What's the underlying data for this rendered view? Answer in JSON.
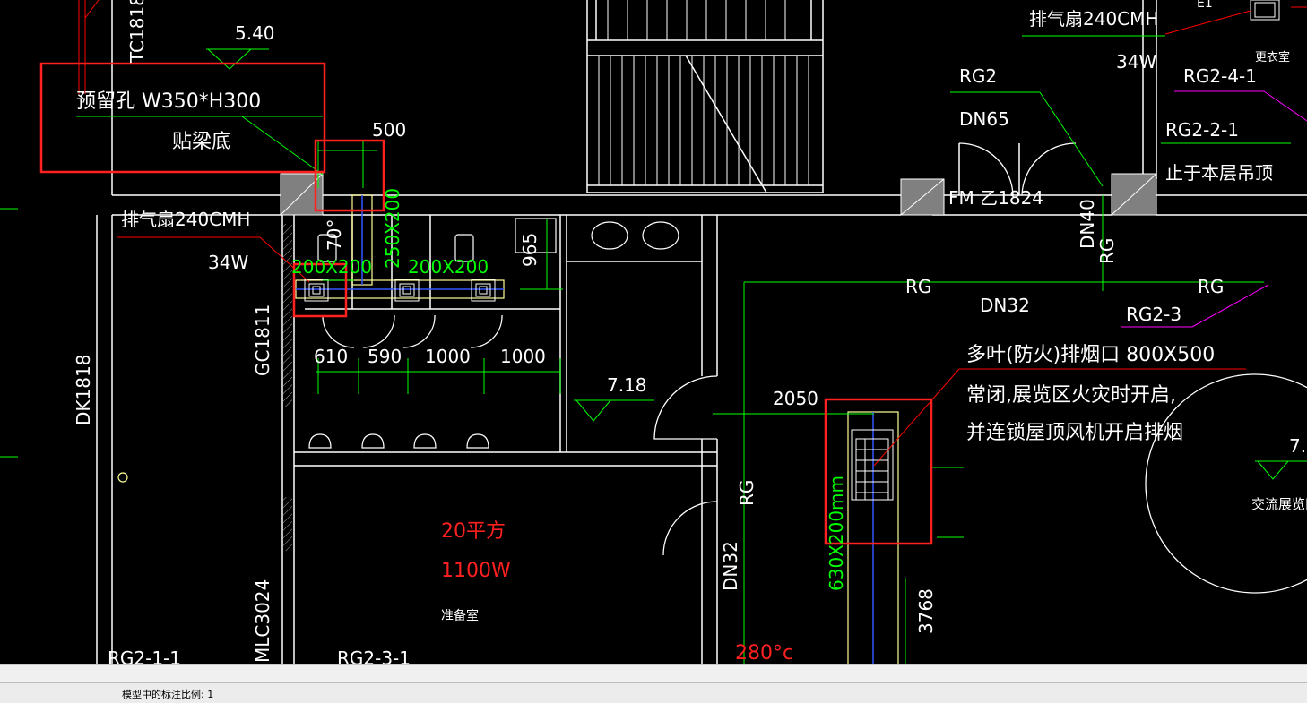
{
  "drawing": {
    "colors": {
      "background": "#000000",
      "wall": "#ffffff",
      "dimension": "#00ff00",
      "callout": "#ff0000",
      "highlight": "#ff0000",
      "duct": "#ffff99",
      "magenta": "#ff00ff",
      "pipe": "#00ff00"
    },
    "labels": {
      "elev_540": "5.40",
      "tc1818": "TC1818",
      "reserved_hole": "预留孔 W350*H300",
      "beam_bottom": "贴梁底",
      "dim_500": "500",
      "fan_left": "排气扇240CMH",
      "fan_left_power": "34W",
      "duct_250": "250X200",
      "duct_200a": "200X200",
      "duct_200b": "200X200",
      "dim_965": "965",
      "dim_610": "610",
      "dim_590": "590",
      "dim_1000a": "1000",
      "dim_1000b": "1000",
      "angle_70": "70°",
      "gc1811": "GC1811",
      "dk1818": "DK1818",
      "mlc3024": "MLC3024",
      "elev_718": "7.18",
      "area": "20平方",
      "power": "1100W",
      "room_prep": "准备室",
      "rg_pipe_a": "RG",
      "rg_pipe_b": "RG",
      "rg_vertical": "RG",
      "dn32": "DN32",
      "dn32_vertical": "DN32",
      "rg2_3": "RG2-3",
      "rg2": "RG2",
      "dn65": "DN65",
      "dn40": "DN40",
      "rg_small": "RG",
      "fm_door": "FM 乙1824",
      "fan_top": "排气扇240CMH",
      "fan_top_power": "34W",
      "rg2_4_1": "RG2-4-1",
      "rg2_2_1": "RG2-2-1",
      "stop_ceiling": "止于本层吊顶",
      "changing_room": "更衣室",
      "smoke_vent_title": "多叶(防火)排烟口 800X500",
      "smoke_vent_line2": "常闭,展览区火灾时开启,",
      "smoke_vent_line3": "并连锁屋顶风机开启排烟",
      "dim_2050": "2050",
      "duct_630": "630X200mm",
      "dim_3768": "3768",
      "temp_280": "280°c",
      "rg2_1_1": "RG2-1-1",
      "rg2_3_1": "RG2-3-1",
      "elev_7_right": "7.",
      "exhibit_area": "交流展览区",
      "top_small": "E1"
    }
  },
  "statusbar": {
    "scale_text": "模型中的标注比例: 1"
  }
}
